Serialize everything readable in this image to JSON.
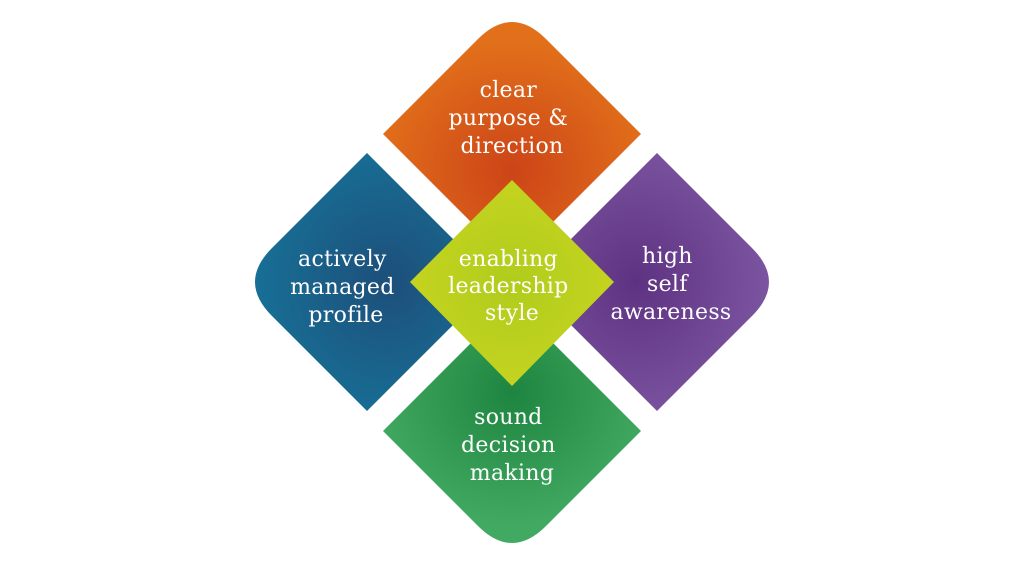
{
  "diagram": {
    "title": "Enabling leadership model",
    "center": {
      "id": "center",
      "lines": [
        "enabling",
        "leadership",
        "style"
      ],
      "color": "#c6d420",
      "color_inner": "#b0cc1c"
    },
    "petals": [
      {
        "id": "top",
        "lines": [
          "clear",
          "purpose &",
          "direction"
        ],
        "color": "#e2701a",
        "color_inner": "#cc4418"
      },
      {
        "id": "left",
        "lines": [
          "actively",
          "managed",
          "profile"
        ],
        "color": "#176f96",
        "color_inner": "#1d4f7a"
      },
      {
        "id": "right",
        "lines": [
          "high",
          "self",
          "awareness"
        ],
        "color": "#7b54a0",
        "color_inner": "#5e3282"
      },
      {
        "id": "bottom",
        "lines": [
          "sound",
          "decision",
          "making"
        ],
        "color": "#42a962",
        "color_inner": "#1e8540"
      }
    ]
  }
}
